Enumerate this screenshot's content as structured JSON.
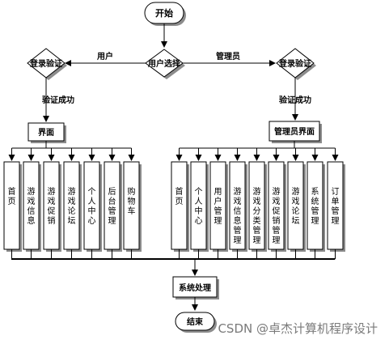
{
  "nodes": {
    "start": "开始",
    "user_choice": "用户选择",
    "login_user": "登录验证",
    "login_admin": "登录验证",
    "verify_ok_user": "验证成功",
    "verify_ok_admin": "验证成功",
    "interface_user": "界面",
    "interface_admin": "管理员界面",
    "process": "系统处理",
    "end": "结束"
  },
  "edge_labels": {
    "user": "用户",
    "admin": "管理员"
  },
  "user_modules": [
    "首页",
    "游戏信息",
    "游戏促销",
    "游戏论坛",
    "个人中心",
    "后台管理",
    "购物车"
  ],
  "admin_modules": [
    "首页",
    "个人中心",
    "用户管理",
    "游戏信息管理",
    "游戏分类管理",
    "游戏促销管理",
    "游戏论坛",
    "系统管理",
    "订单管理"
  ],
  "watermark": "CSDN @卓杰计算机程序设计"
}
